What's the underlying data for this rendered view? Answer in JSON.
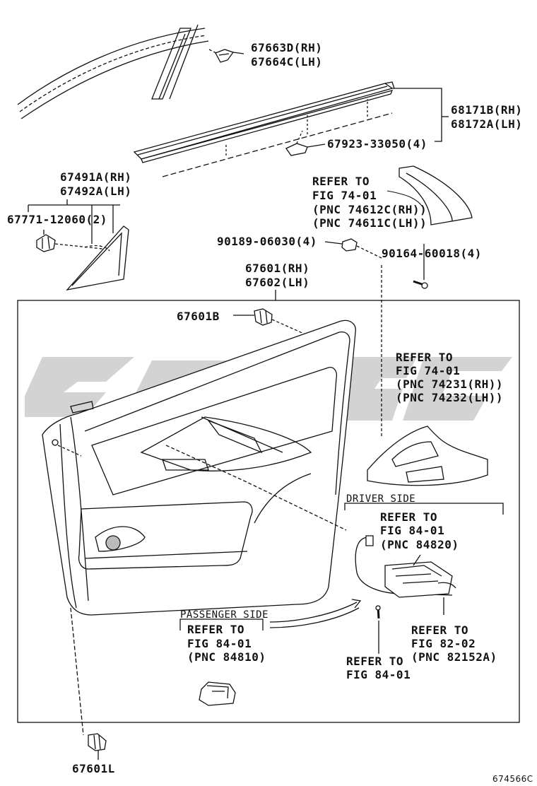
{
  "parts": {
    "p67663D": "67663D(RH)",
    "p67664C": "67664C(LH)",
    "p68171B": "68171B(RH)",
    "p68172A": "68172A(LH)",
    "p67923": "67923-33050(4)",
    "p67491A": "67491A(RH)",
    "p67492A": "67492A(LH)",
    "p67771": "67771-12060(2)",
    "p90189": "90189-06030(4)",
    "p90164": "90164-60018(4)",
    "p67601": "67601(RH)",
    "p67602": "67602(LH)",
    "p67601B": "67601B",
    "p67601L": "67601L"
  },
  "refers": {
    "fig74_top": [
      "REFER TO",
      "FIG 74-01",
      "(PNC 74612C(RH))",
      "(PNC 74611C(LH))"
    ],
    "fig74_mid": [
      "REFER TO",
      "FIG 74-01",
      "(PNC 74231(RH))",
      "(PNC 74232(LH))"
    ],
    "driver_side": "DRIVER SIDE",
    "fig84_driver": [
      "REFER TO",
      "FIG 84-01",
      "(PNC 84820)"
    ],
    "passenger_side": "PASSENGER SIDE",
    "fig84_passenger": [
      "REFER TO",
      "FIG 84-01",
      "(PNC 84810)"
    ],
    "fig82": [
      "REFER TO",
      "FIG 82-02",
      "(PNC 82152A)"
    ],
    "fig84_screw": [
      "REFER TO",
      "FIG 84-01"
    ]
  },
  "figure_number": "674566C",
  "colors": {
    "line": "#111111",
    "watermark": "#d0d0d0"
  }
}
